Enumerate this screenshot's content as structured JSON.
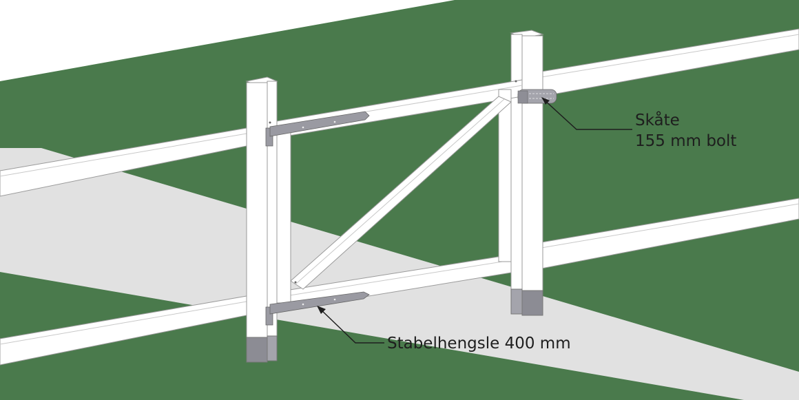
{
  "diagram": {
    "subject": "Garden gate installation between two fence posts",
    "colors": {
      "grass": "#4a7a4c",
      "path": "#e1e1e1",
      "sky": "#ffffff",
      "wood": "#ffffff",
      "outline": "#8a8a8a",
      "metal": "#9a9aa2",
      "post_foot": "#8c8c94",
      "text": "#1e1e1e"
    },
    "callouts": [
      {
        "id": "latch",
        "line1": "Skåte",
        "line2": "155 mm bolt"
      },
      {
        "id": "hinge",
        "line1": "Stabelhengsle 400 mm"
      }
    ]
  }
}
